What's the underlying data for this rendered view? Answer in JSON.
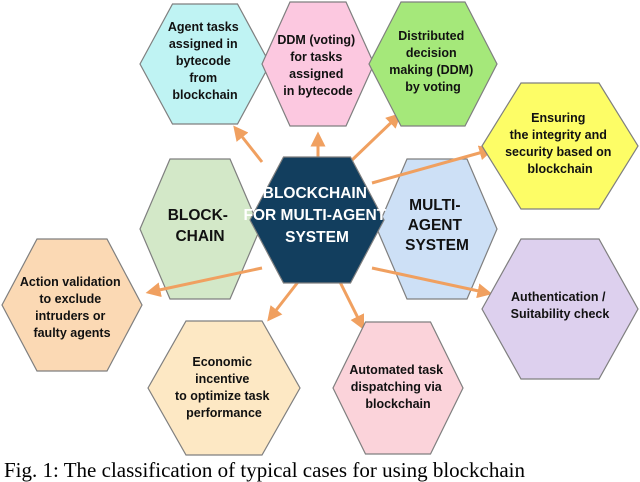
{
  "colors": {
    "cyan": "#bff3f3",
    "pink": "#fcc8e0",
    "lime": "#a5e87a",
    "yellow": "#fdfd66",
    "lavender": "#ddd0ee",
    "rose": "#fbd3da",
    "peach": "#fde8c4",
    "orange": "#fbd9b4",
    "sage": "#d3e8c8",
    "sky": "#cde0f6",
    "navy": "#123e5e",
    "arrow": "#f0a060"
  },
  "center": {
    "lines": [
      "BLOCKCHAIN",
      "FOR MULTI-AGENT",
      "SYSTEM"
    ]
  },
  "left_hex": {
    "lines": [
      "BLOCK-",
      "CHAIN"
    ]
  },
  "right_hex": {
    "lines": [
      "MULTI-",
      "AGENT",
      "SYSTEM"
    ]
  },
  "cases": [
    {
      "id": "agent-tasks",
      "lines": [
        "Agent tasks",
        "assigned in",
        "bytecode",
        "from",
        "blockchain"
      ]
    },
    {
      "id": "ddm-voting",
      "lines": [
        "DDM (voting)",
        "for tasks",
        "assigned",
        "in bytecode"
      ]
    },
    {
      "id": "distributed-decision",
      "lines": [
        "Distributed",
        "decision",
        "making (DDM)",
        "by voting"
      ]
    },
    {
      "id": "integrity-security",
      "lines": [
        "Ensuring",
        "the integrity and",
        "security based on",
        "blockchain"
      ]
    },
    {
      "id": "authentication",
      "lines": [
        "Authentication /",
        "Suitability check"
      ]
    },
    {
      "id": "automated-dispatch",
      "lines": [
        "Automated task",
        "dispatching via",
        "blockchain"
      ]
    },
    {
      "id": "economic-incentive",
      "lines": [
        "Economic",
        "incentive",
        "to optimize task",
        "performance"
      ]
    },
    {
      "id": "action-validation",
      "lines": [
        "Action validation",
        "to exclude",
        "intruders or",
        "faulty agents"
      ]
    }
  ],
  "caption": "Fig. 1: The classification of typical cases for using blockchain"
}
